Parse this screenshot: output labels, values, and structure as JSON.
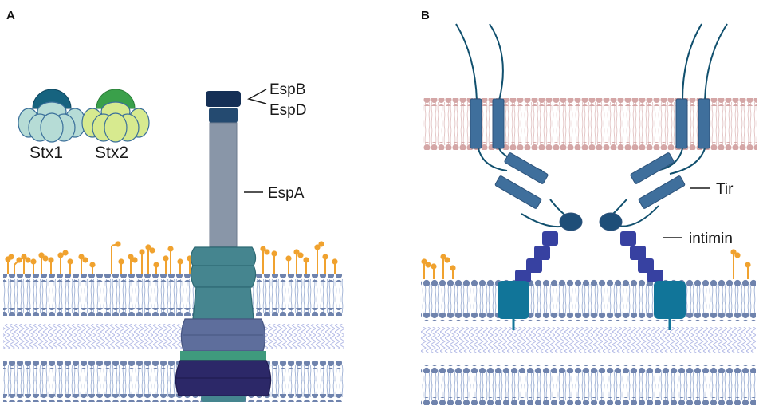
{
  "panels": {
    "a": {
      "label": "A"
    },
    "b": {
      "label": "B"
    }
  },
  "toxins": {
    "stx1": "Stx1",
    "stx2": "Stx2"
  },
  "secretion_system": {
    "espb": "EspB",
    "espd": "EspD",
    "espa": "EspA"
  },
  "receptor": {
    "tir": "Tir",
    "intimin": "intimin"
  },
  "colors": {
    "head_blue": "#16637f",
    "head_green": "#3aa04a",
    "base_blue": "#b6dcd6",
    "base_yellow": "#d7ea8f",
    "needle_tip": "#152f55",
    "needle_tip2": "#244a70",
    "needle_shaft": "#8996a8",
    "teal_ring": "#45858f",
    "slate_ring": "#5e6e9c",
    "green_band": "#3f9a7d",
    "navy_ring": "#2c2868",
    "tir_blue": "#3f6f9c",
    "intimin_bead": "#3741a1",
    "anchor_teal": "#117599",
    "lipid_head": "#6f83ad",
    "pink_head": "#d4a6a6",
    "sugar_orange": "#f0a22f"
  },
  "icons": [
    "lipid-bilayer",
    "lps-sugar-chain",
    "toxin-pentamer",
    "injectisome",
    "tir-dimer",
    "intimin-domains"
  ]
}
